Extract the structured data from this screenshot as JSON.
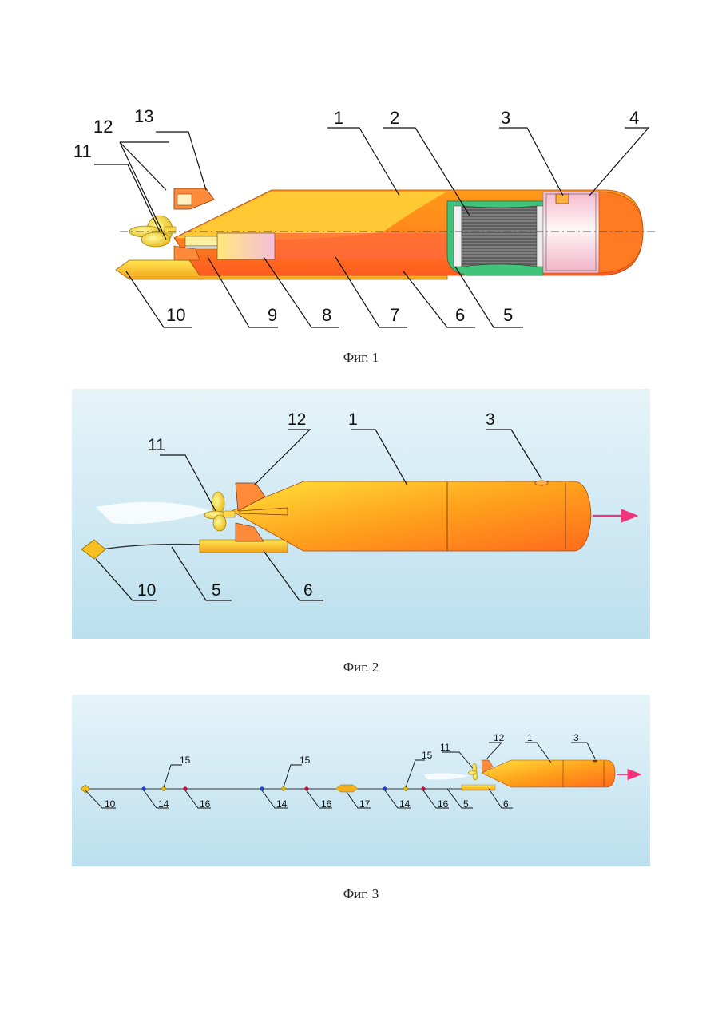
{
  "figures": [
    {
      "caption": "Фиг. 1",
      "labels": [
        "1",
        "2",
        "3",
        "4",
        "5",
        "6",
        "7",
        "8",
        "9",
        "10",
        "11",
        "12",
        "13"
      ]
    },
    {
      "caption": "Фиг. 2",
      "labels": [
        "1",
        "3",
        "5",
        "6",
        "10",
        "11",
        "12"
      ]
    },
    {
      "caption": "Фиг. 3",
      "labels": [
        "1",
        "3",
        "5",
        "6",
        "10",
        "11",
        "12",
        "14",
        "14",
        "14",
        "15",
        "15",
        "15",
        "16",
        "16",
        "16",
        "17"
      ]
    }
  ],
  "colors": {
    "hull_light": "#ffe23a",
    "hull_mid": "#ffa21a",
    "hull_dark": "#ff5520",
    "nose_light": "#fff4f4",
    "nose_pink": "#f5c8d8",
    "green": "#3fc47a",
    "coil": "#6d6d6d",
    "arrow": "#f0337a",
    "water_top": "#dff0f7",
    "water_bottom": "#bfe0ee"
  }
}
